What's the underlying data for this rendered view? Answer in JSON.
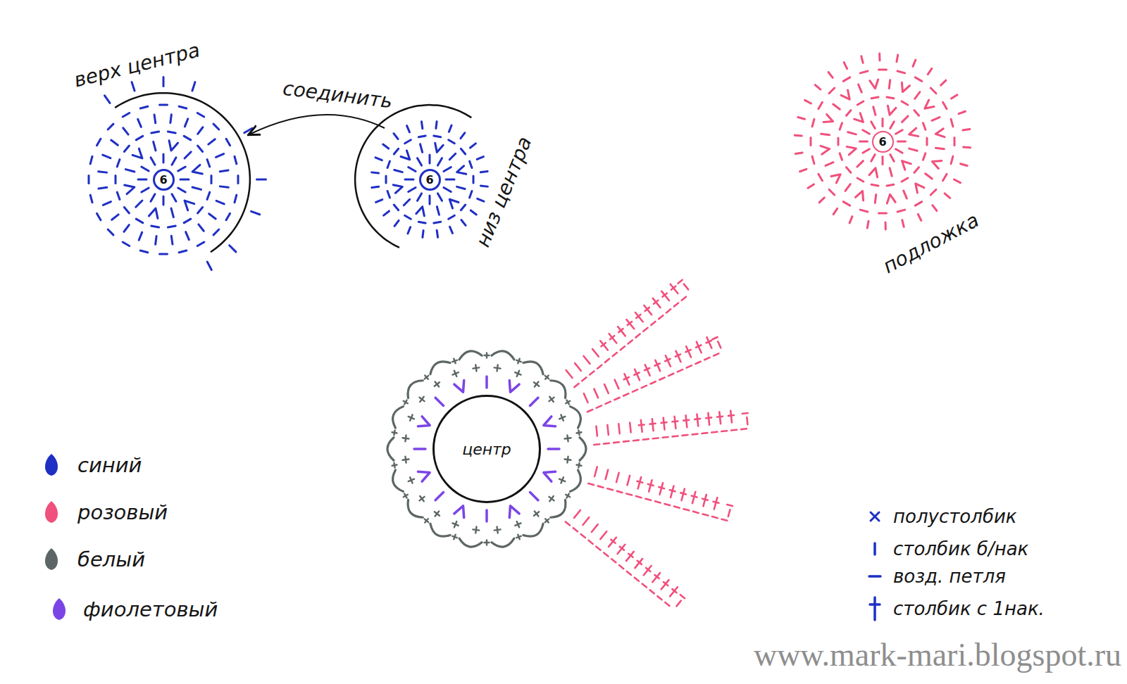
{
  "diagram": {
    "nodes": [
      {
        "text": [
          "6"
        ]
      },
      {
        "text": [
          "6"
        ]
      },
      {
        "text": [
          "6"
        ]
      },
      {
        "text": [
          "центр"
        ]
      }
    ],
    "labels": [
      "верх центра",
      "соединить",
      "низ центра",
      "подложка",
      "www.mark-mari.blogspot.ru"
    ],
    "legend": [
      {
        "text": "синий",
        "color": "#1f2fc4"
      },
      {
        "text": "розовый",
        "color": "#f0507c"
      },
      {
        "text": "белый",
        "color": "#5d6565"
      },
      {
        "text": "фиолетовый",
        "color": "#7b45e6"
      },
      {
        "text": "полустолбик"
      },
      {
        "text": "столбик б/нак"
      },
      {
        "text": "возд. петля"
      },
      {
        "text": "столбик с 1нак."
      }
    ]
  }
}
